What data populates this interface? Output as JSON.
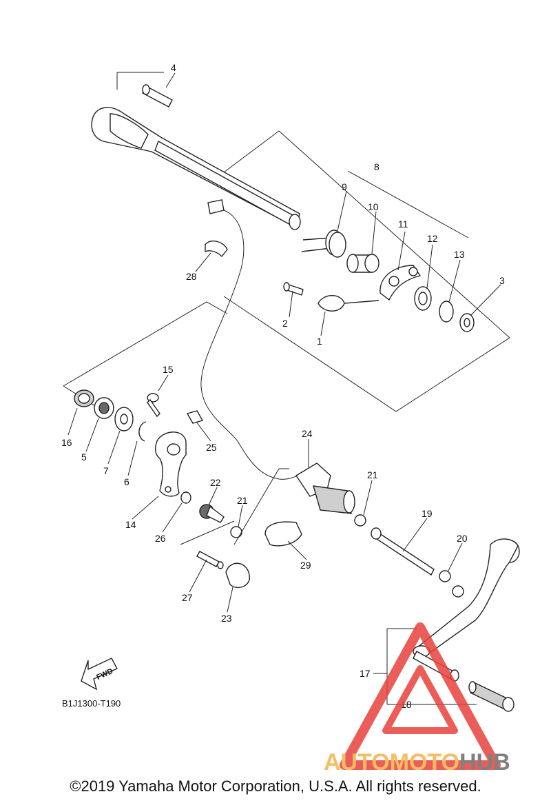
{
  "callouts": [
    "4",
    "8",
    "9",
    "10",
    "11",
    "12",
    "13",
    "3",
    "28",
    "2",
    "1",
    "15",
    "16",
    "5",
    "7",
    "6",
    "25",
    "24",
    "14",
    "26",
    "22",
    "21",
    "21",
    "19",
    "20",
    "29",
    "27",
    "23",
    "17",
    "18"
  ],
  "diagram_code": "B1J1300-T190",
  "fwd_label": "FWD",
  "watermark": {
    "auto": "AUTO",
    "moto": "MOTO",
    "hub": "HUB"
  },
  "colors": {
    "watermark_orange": "#f6b24a",
    "watermark_red": "#e8413b",
    "watermark_gray": "#6b6b6b"
  },
  "copyright": "©2019 Yamaha Motor Corporation, U.S.A. All rights reserved."
}
